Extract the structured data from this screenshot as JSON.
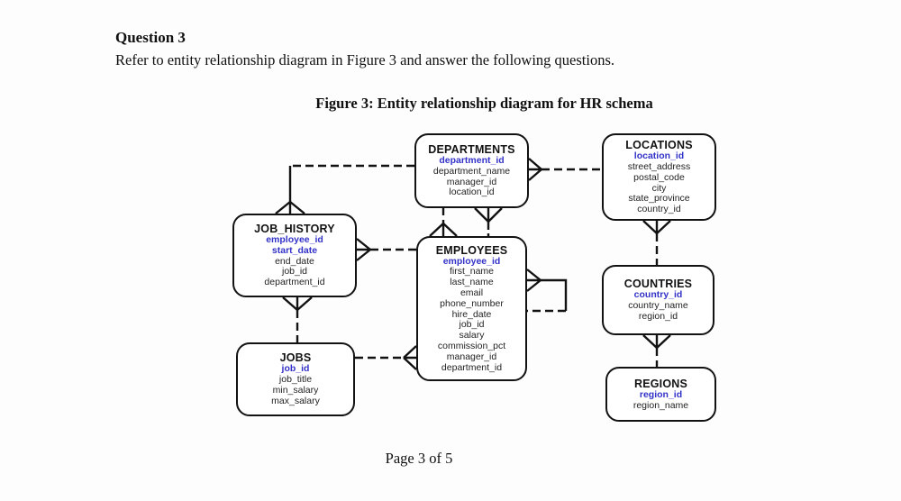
{
  "page": {
    "question_title": "Question 3",
    "question_text": "Refer to entity relationship diagram in Figure 3 and answer the following questions.",
    "figure_caption": "Figure 3: Entity relationship diagram for HR schema",
    "page_footer": "Page 3 of 5"
  },
  "colors": {
    "primary_key_text": "#3232c8",
    "line": "#121212",
    "box_fill": "#ffffff"
  },
  "diagram": {
    "entities": [
      {
        "name": "DEPARTMENTS",
        "attrs": [
          {
            "label": "department_id",
            "pk": true
          },
          {
            "label": "department_name",
            "pk": false
          },
          {
            "label": "manager_id",
            "pk": false
          },
          {
            "label": "location_id",
            "pk": false
          }
        ]
      },
      {
        "name": "LOCATIONS",
        "attrs": [
          {
            "label": "location_id",
            "pk": true
          },
          {
            "label": "street_address",
            "pk": false
          },
          {
            "label": "postal_code",
            "pk": false
          },
          {
            "label": "city",
            "pk": false
          },
          {
            "label": "state_province",
            "pk": false
          },
          {
            "label": "country_id",
            "pk": false
          }
        ]
      },
      {
        "name": "JOB_HISTORY",
        "attrs": [
          {
            "label": "employee_id",
            "pk": true
          },
          {
            "label": "start_date",
            "pk": true
          },
          {
            "label": "end_date",
            "pk": false
          },
          {
            "label": "job_id",
            "pk": false
          },
          {
            "label": "department_id",
            "pk": false
          }
        ]
      },
      {
        "name": "EMPLOYEES",
        "attrs": [
          {
            "label": "employee_id",
            "pk": true
          },
          {
            "label": "first_name",
            "pk": false
          },
          {
            "label": "last_name",
            "pk": false
          },
          {
            "label": "email",
            "pk": false
          },
          {
            "label": "phone_number",
            "pk": false
          },
          {
            "label": "hire_date",
            "pk": false
          },
          {
            "label": "job_id",
            "pk": false
          },
          {
            "label": "salary",
            "pk": false
          },
          {
            "label": "commission_pct",
            "pk": false
          },
          {
            "label": "manager_id",
            "pk": false
          },
          {
            "label": "department_id",
            "pk": false
          }
        ]
      },
      {
        "name": "COUNTRIES",
        "attrs": [
          {
            "label": "country_id",
            "pk": true
          },
          {
            "label": "country_name",
            "pk": false
          },
          {
            "label": "region_id",
            "pk": false
          }
        ]
      },
      {
        "name": "JOBS",
        "attrs": [
          {
            "label": "job_id",
            "pk": true
          },
          {
            "label": "job_title",
            "pk": false
          },
          {
            "label": "min_salary",
            "pk": false
          },
          {
            "label": "max_salary",
            "pk": false
          }
        ]
      },
      {
        "name": "REGIONS",
        "attrs": [
          {
            "label": "region_id",
            "pk": true
          },
          {
            "label": "region_name",
            "pk": false
          }
        ]
      }
    ],
    "relationships": [
      {
        "one_side": "LOCATIONS",
        "many_side": "DEPARTMENTS",
        "line": "dashed"
      },
      {
        "one_side": "DEPARTMENTS",
        "many_side": "JOB_HISTORY",
        "line": "dashed-then-solid"
      },
      {
        "one_side": "DEPARTMENTS",
        "many_side": "EMPLOYEES",
        "line": "dashed"
      },
      {
        "one_side": "EMPLOYEES",
        "many_side": "DEPARTMENTS",
        "line": "solid",
        "note": "manager_id"
      },
      {
        "one_side": "EMPLOYEES",
        "many_side": "JOB_HISTORY",
        "line": "dashed"
      },
      {
        "one_side": "JOBS",
        "many_side": "JOB_HISTORY",
        "line": "dashed"
      },
      {
        "one_side": "JOBS",
        "many_side": "EMPLOYEES",
        "line": "dashed"
      },
      {
        "one_side": "EMPLOYEES",
        "many_side": "EMPLOYEES",
        "line": "solid-and-dashed",
        "note": "self reference manager_id"
      },
      {
        "one_side": "COUNTRIES",
        "many_side": "LOCATIONS",
        "line": "dashed"
      },
      {
        "one_side": "REGIONS",
        "many_side": "COUNTRIES",
        "line": "dashed"
      }
    ]
  }
}
